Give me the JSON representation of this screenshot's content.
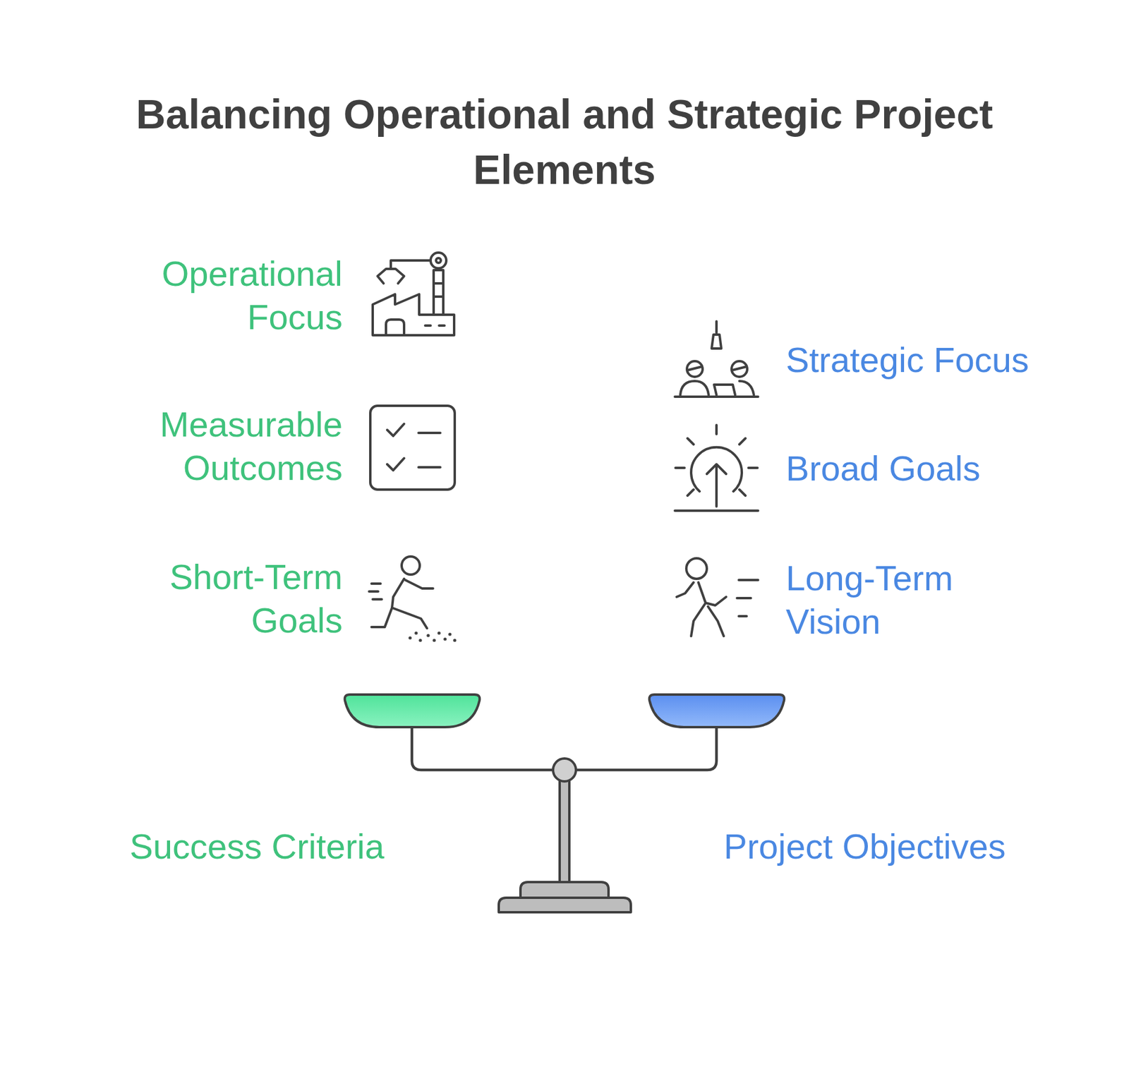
{
  "diagram": {
    "title": "Balancing Operational and Strategic Project Elements",
    "labels": [
      "Operational Focus",
      "Measurable Outcomes",
      "Short-Term Goals",
      "Strategic Focus",
      "Broad Goals",
      "Long-Term Vision",
      "Success Criteria",
      "Project Objectives"
    ]
  }
}
